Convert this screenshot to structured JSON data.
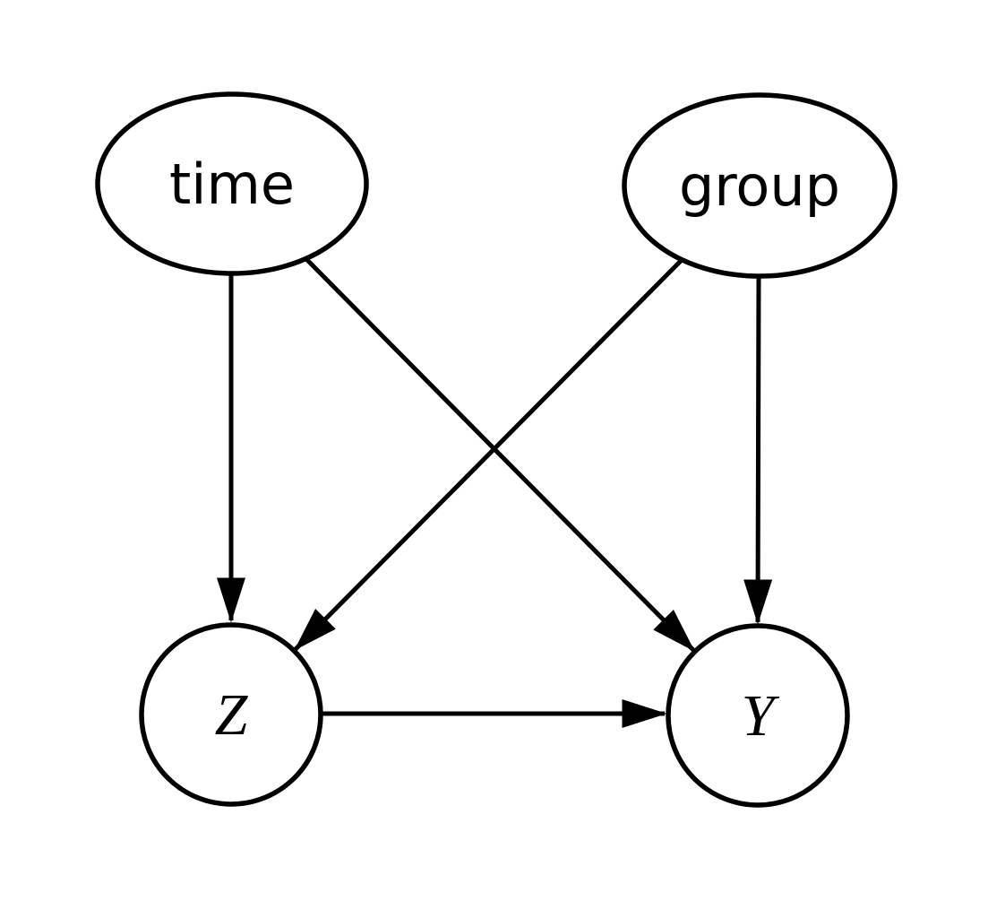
{
  "diagram": {
    "type": "directed-acyclic-graph",
    "background_color": "#ffffff",
    "stroke_color": "#000000",
    "nodes": [
      {
        "id": "time",
        "label": "time",
        "shape": "ellipse",
        "position": "top-left"
      },
      {
        "id": "group",
        "label": "group",
        "shape": "ellipse",
        "position": "top-right"
      },
      {
        "id": "Z",
        "label": "Z",
        "shape": "circle",
        "position": "bottom-left"
      },
      {
        "id": "Y",
        "label": "Y",
        "shape": "circle",
        "position": "bottom-right"
      }
    ],
    "edges": [
      {
        "from": "time",
        "to": "Z",
        "style": "arrow"
      },
      {
        "from": "time",
        "to": "Y",
        "style": "arrow"
      },
      {
        "from": "group",
        "to": "Z",
        "style": "arrow"
      },
      {
        "from": "group",
        "to": "Y",
        "style": "arrow"
      },
      {
        "from": "Z",
        "to": "Y",
        "style": "arrow"
      }
    ]
  }
}
